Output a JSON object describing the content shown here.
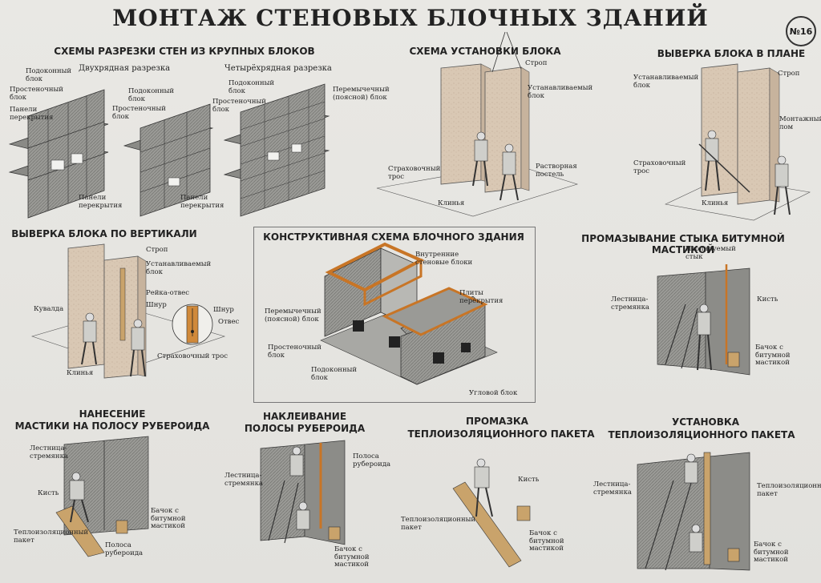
{
  "title": "МОНТАЖ СТЕНОВЫХ БЛОЧНЫХ ЗДАНИЙ",
  "badge": "№16",
  "sections": {
    "schemes": {
      "heading": "СХЕМЫ РАЗРЕЗКИ СТЕН ИЗ КРУПНЫХ БЛОКОВ",
      "two_row": "Двухрядная разрезка",
      "four_row": "Четырёхрядная разрезка",
      "labels": [
        "Подоконный блок",
        "Простеночный блок",
        "Панели перекрытия",
        "Подоконный блок",
        "Простеночный блок",
        "Панели перекрытия",
        "Подоконный блок",
        "Простеночный блок",
        "Перемычечный (поясной) блок",
        "Панели перекрытия"
      ]
    },
    "install": {
      "heading": "СХЕМА УСТАНОВКИ БЛОКА",
      "labels": [
        "Строп",
        "Устанавливаемый блок",
        "Страховочный трос",
        "Растворная постель",
        "Клинья"
      ]
    },
    "plan": {
      "heading": "ВЫВЕРКА БЛОКА В ПЛАНЕ",
      "labels": [
        "Устанавливаемый блок",
        "Строп",
        "Монтажный лом",
        "Страховочный трос",
        "Клинья"
      ]
    },
    "vertical": {
      "heading": "ВЫВЕРКА БЛОКА ПО ВЕРТИКАЛИ",
      "labels": [
        "Строп",
        "Устанавливаемый блок",
        "Рейка-отвес",
        "Шнур",
        "Кувалда",
        "Шнур",
        "Отвес",
        "Страховочный трос",
        "Клинья"
      ]
    },
    "structure": {
      "heading": "КОНСТРУКТИВНАЯ СХЕМА БЛОЧНОГО ЗДАНИЯ",
      "labels": [
        "Внутренние стеновые блоки",
        "Плиты перекрытия",
        "Перемычечный (поясной) блок",
        "Простеночный блок",
        "Подоконный блок",
        "Угловой блок"
      ]
    },
    "bitumen": {
      "heading": "ПРОМАЗЫВАНИЕ СТЫКА БИТУМНОЙ МАСТИКОЙ",
      "labels": [
        "Изолируемый стык",
        "Лестница-стремянка",
        "Кисть",
        "Бачок с битумной мастикой"
      ]
    },
    "mastic": {
      "heading1": "НАНЕСЕНИЕ",
      "heading2": "МАСТИКИ НА ПОЛОСУ РУБЕРОИДА",
      "labels": [
        "Лестница-стремянка",
        "Кисть",
        "Бачок с битумной мастикой",
        "Теплоизоляционный пакет",
        "Полоса рубероида"
      ]
    },
    "glue": {
      "heading1": "НАКЛЕИВАНИЕ",
      "heading2": "ПОЛОСЫ РУБЕРОИДА",
      "labels": [
        "Лестница-стремянка",
        "Полоса рубероида",
        "Бачок с битумной мастикой"
      ]
    },
    "coat": {
      "heading1": "ПРОМАЗКА",
      "heading2": "ТЕПЛОИЗОЛЯЦИОННОГО ПАКЕТА",
      "labels": [
        "Кисть",
        "Теплоизоляционный пакет",
        "Бачок с битумной мастикой"
      ]
    },
    "insul": {
      "heading1": "УСТАНОВКА",
      "heading2": "ТЕПЛОИЗОЛЯЦИОННОГО ПАКЕТА",
      "labels": [
        "Лестница-стремянка",
        "Теплоизоляционный пакет",
        "Бачок с битумной мастикой"
      ]
    }
  }
}
